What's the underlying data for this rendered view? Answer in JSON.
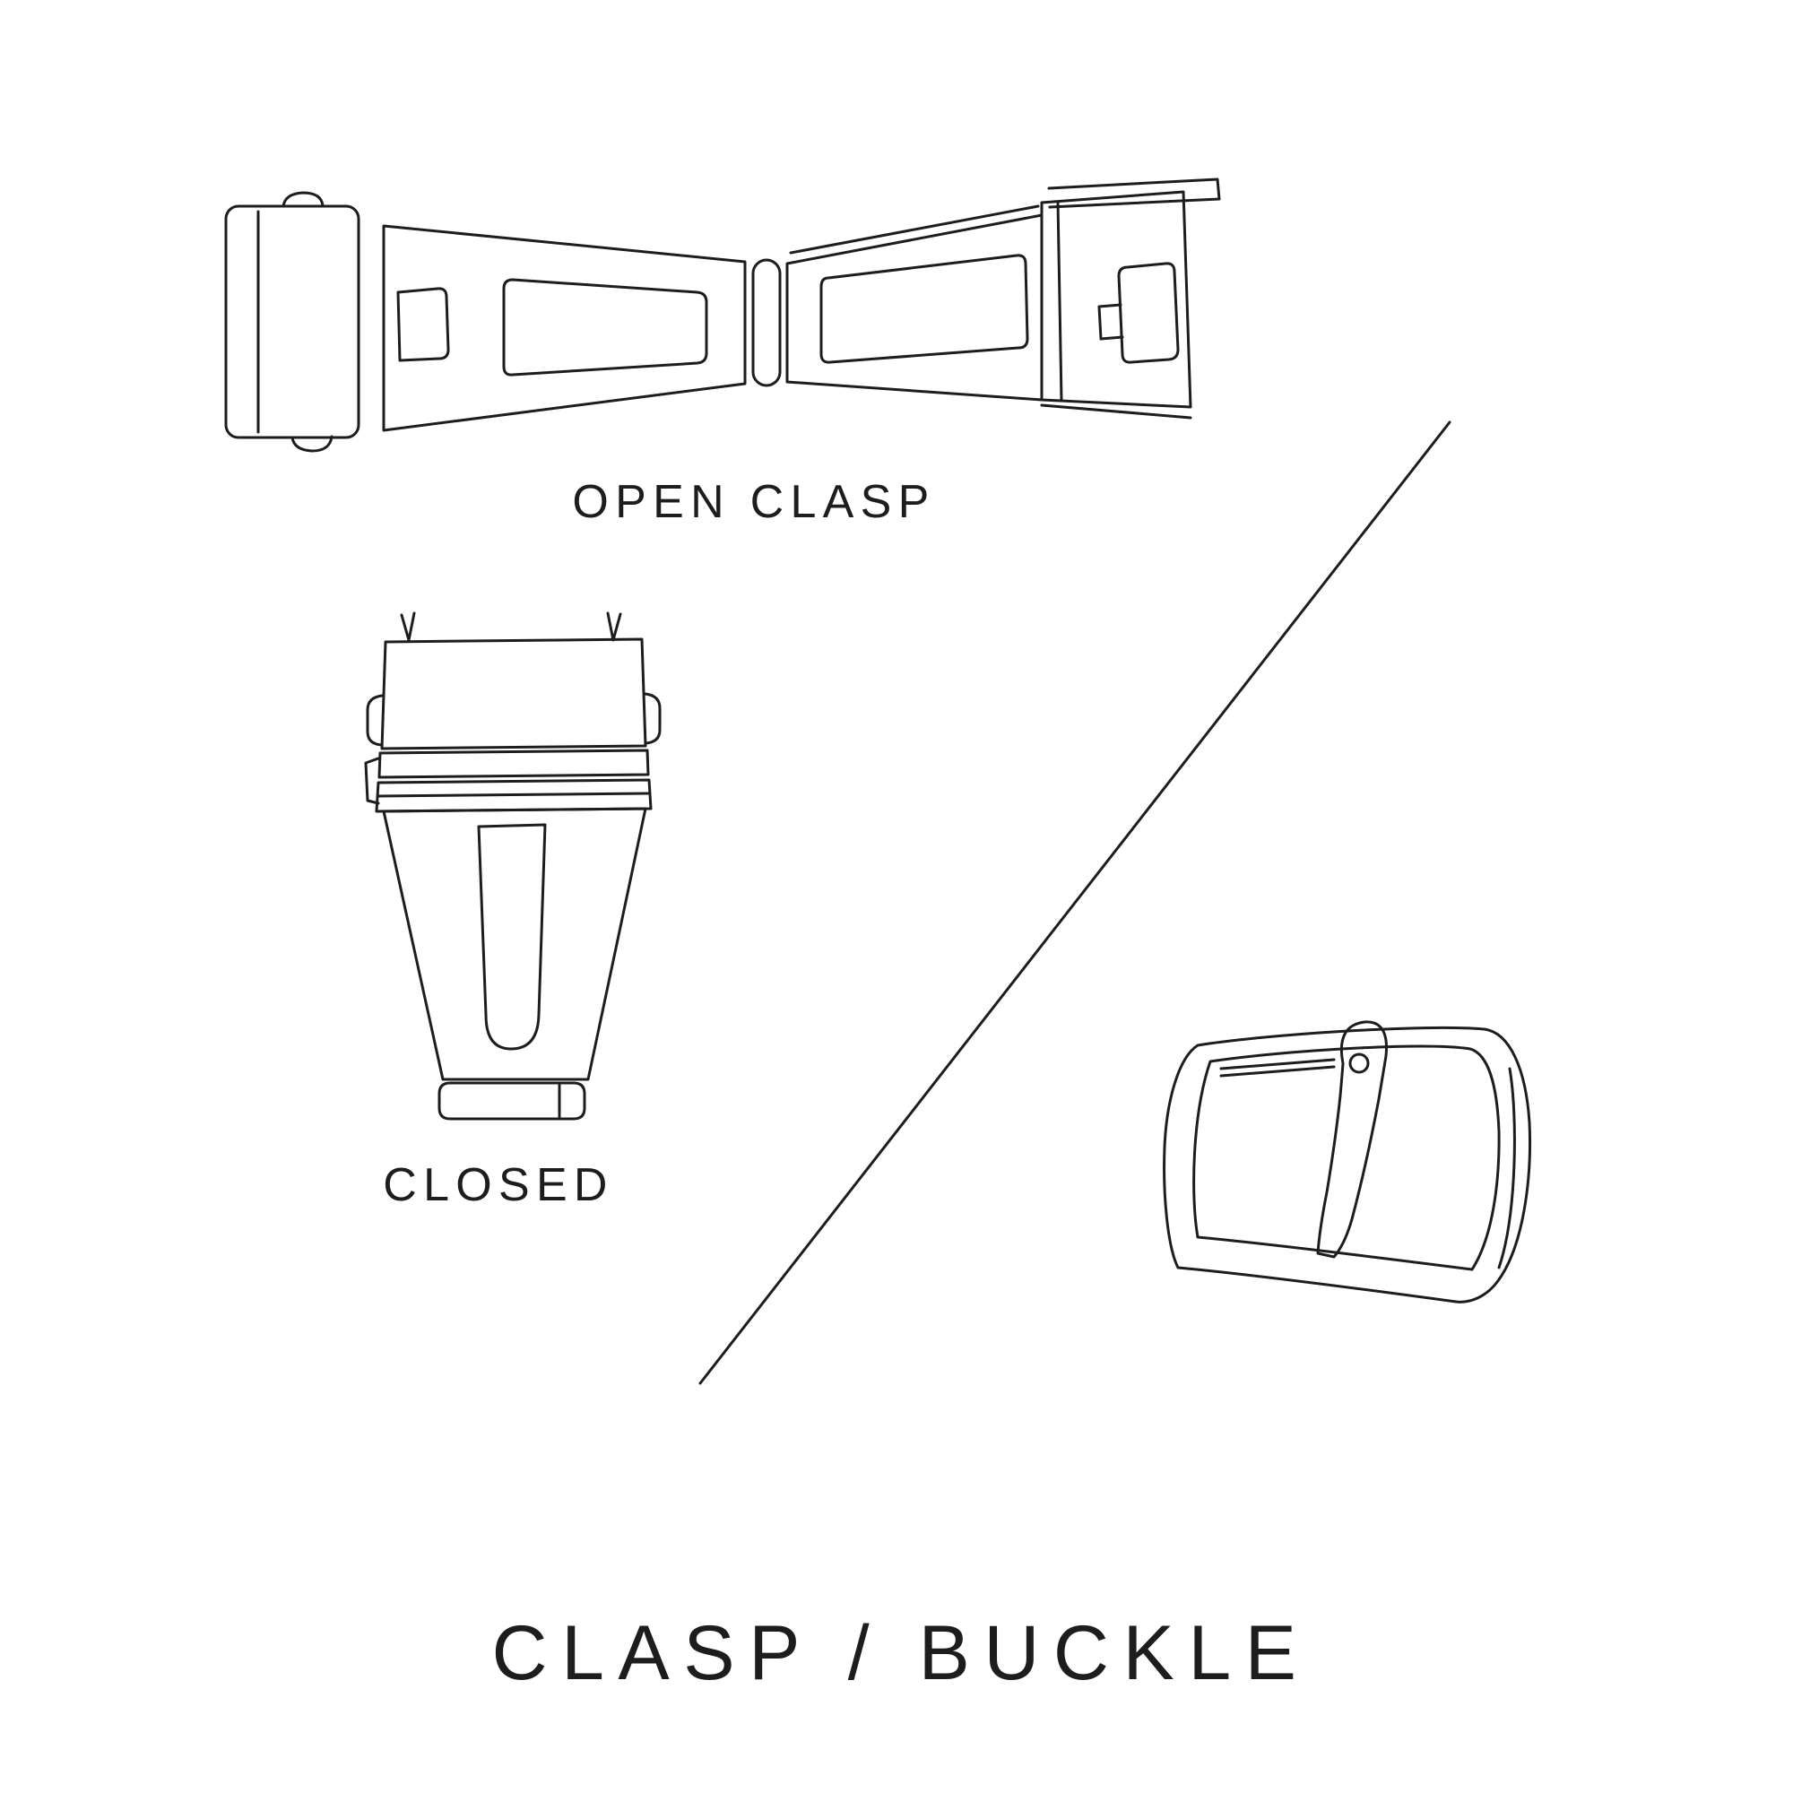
{
  "page": {
    "background": "#ffffff",
    "line_color": "#1d1d1d",
    "title": "CLASP / BUCKLE"
  },
  "figures": {
    "open_clasp": {
      "label": "OPEN CLASP",
      "icon": "open-clasp-illustration"
    },
    "closed_clasp": {
      "label": "CLOSED",
      "icon": "closed-clasp-illustration"
    },
    "buckle": {
      "icon": "buckle-illustration"
    },
    "divider": {
      "icon": "diagonal-divider-line"
    }
  }
}
